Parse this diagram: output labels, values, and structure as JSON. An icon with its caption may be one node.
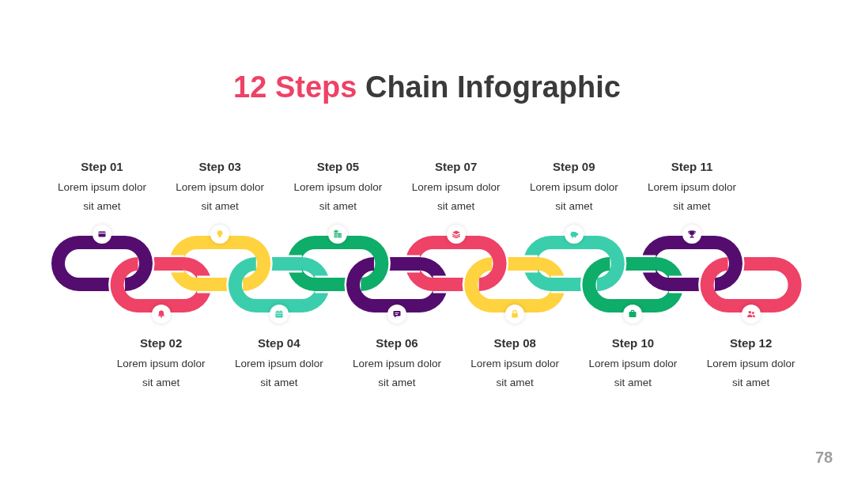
{
  "diagram": {
    "title": "12 Steps Chain Infographic",
    "nodes": [
      {
        "text": [],
        "shape": "ring",
        "beside": [
          "Step 01",
          "Lorem ipsum dolor sit amet"
        ]
      },
      {
        "text": [],
        "shape": "ring",
        "beside": [
          "Step 02",
          "Lorem ipsum dolor sit amet"
        ]
      },
      {
        "text": [],
        "shape": "ring",
        "beside": [
          "Step 03",
          "Lorem ipsum dolor sit amet"
        ]
      },
      {
        "text": [],
        "shape": "ring",
        "beside": [
          "Step 04",
          "Lorem ipsum dolor sit amet"
        ]
      },
      {
        "text": [],
        "shape": "ring",
        "beside": [
          "Step 05",
          "Lorem ipsum dolor sit amet"
        ]
      },
      {
        "text": [],
        "shape": "ring",
        "beside": [
          "Step 06",
          "Lorem ipsum dolor sit amet"
        ]
      },
      {
        "text": [],
        "shape": "ring",
        "beside": [
          "Step 07",
          "Lorem ipsum dolor sit amet"
        ]
      },
      {
        "text": [],
        "shape": "ring",
        "beside": [
          "Step 08",
          "Lorem ipsum dolor sit amet"
        ]
      },
      {
        "text": [],
        "shape": "ring",
        "beside": [
          "Step 09",
          "Lorem ipsum dolor sit amet"
        ]
      },
      {
        "text": [],
        "shape": "ring",
        "beside": [
          "Step 10",
          "Lorem ipsum dolor sit amet"
        ]
      },
      {
        "text": [],
        "shape": "ring",
        "beside": [
          "Step 11",
          "Lorem ipsum dolor sit amet"
        ]
      },
      {
        "text": [],
        "shape": "ring",
        "beside": [
          "Step 12",
          "Lorem ipsum dolor sit amet"
        ]
      }
    ],
    "labels": [
      "78"
    ]
  }
}
